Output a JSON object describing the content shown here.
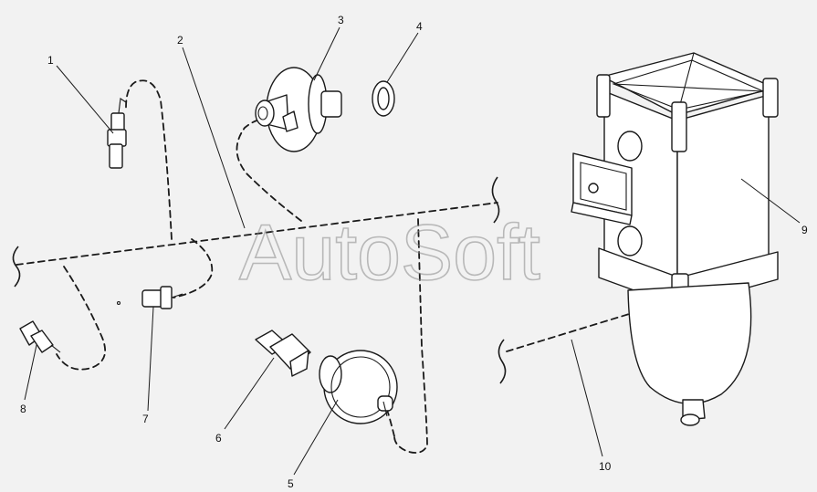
{
  "watermark": "AutoSoft",
  "callouts": [
    {
      "id": "1",
      "label": "1"
    },
    {
      "id": "2",
      "label": "2"
    },
    {
      "id": "3",
      "label": "3"
    },
    {
      "id": "4",
      "label": "4"
    },
    {
      "id": "5",
      "label": "5"
    },
    {
      "id": "6",
      "label": "6"
    },
    {
      "id": "7",
      "label": "7"
    },
    {
      "id": "8",
      "label": "8"
    },
    {
      "id": "9",
      "label": "9"
    },
    {
      "id": "10",
      "label": "10"
    }
  ],
  "colors": {
    "background": "#f2f2f2",
    "line": "#1a1a1a",
    "watermark": "#8a8a8a"
  }
}
